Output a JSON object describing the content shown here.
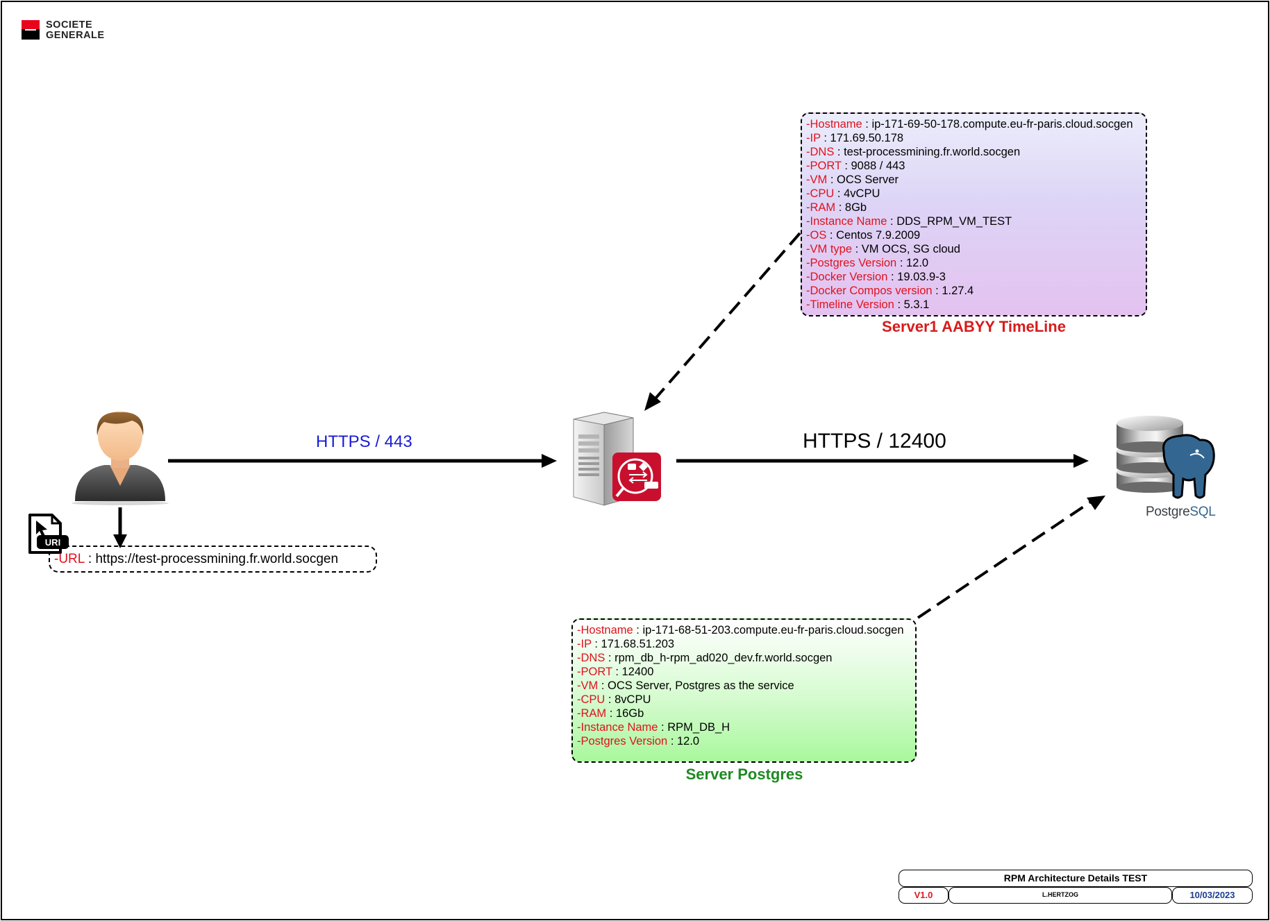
{
  "logo": {
    "line1": "SOCIETE",
    "line2": "GENERALE"
  },
  "links": {
    "https_443": "HTTPS / 443",
    "https_12400": "HTTPS / 12400"
  },
  "url_box": {
    "label": "-URL",
    "value": " : https://test-processmining.fr.world.socgen"
  },
  "uri_badge": "URI",
  "postgres_logo": {
    "part1": "Postgre",
    "part2": "SQL"
  },
  "server1": {
    "caption": "Server1 AABYY TimeLine",
    "rows": [
      {
        "key": "-Hostname",
        "value": " : ip-171-69-50-178.compute.eu-fr-paris.cloud.socgen"
      },
      {
        "key": "-IP",
        "value": " : 171.69.50.178"
      },
      {
        "key": "-DNS",
        "value": " : test-processmining.fr.world.socgen"
      },
      {
        "key": "-PORT",
        "value": " : 9088 / 443"
      },
      {
        "key": "-VM",
        "value": " : OCS Server"
      },
      {
        "key": "-CPU",
        "value": " : 4vCPU"
      },
      {
        "key": "-RAM",
        "value": " : 8Gb"
      },
      {
        "key": "-Instance Name",
        "value": " : DDS_RPM_VM_TEST"
      },
      {
        "key": "-OS",
        "value": " : Centos 7.9.2009"
      },
      {
        "key": "-VM type",
        "value": " : VM OCS, SG cloud"
      },
      {
        "key": "-Postgres Version",
        "value": " : 12.0"
      },
      {
        "key": "-Docker Version",
        "value": " : 19.03.9-3"
      },
      {
        "key": "-Docker Compos version",
        "value": " : 1.27.4"
      },
      {
        "key": "-Timeline Version",
        "value": " : 5.3.1"
      }
    ]
  },
  "server_postgres": {
    "caption": "Server Postgres",
    "rows": [
      {
        "key": "-Hostname",
        "value": " : ip-171-68-51-203.compute.eu-fr-paris.cloud.socgen"
      },
      {
        "key": "-IP",
        "value": " : 171.68.51.203"
      },
      {
        "key": "-DNS",
        "value": " : rpm_db_h-rpm_ad020_dev.fr.world.socgen"
      },
      {
        "key": "-PORT",
        "value": " : 12400"
      },
      {
        "key": "-VM",
        "value": " : OCS Server, Postgres as the service"
      },
      {
        "key": "-CPU",
        "value": " : 8vCPU"
      },
      {
        "key": "-RAM",
        "value": " : 16Gb"
      },
      {
        "key": "-Instance Name",
        "value": " : RPM_DB_H"
      },
      {
        "key": "-Postgres Version",
        "value": " : 12.0"
      }
    ]
  },
  "title_block": {
    "title": "RPM Architecture Details TEST",
    "version": "V1.0",
    "author": "L.HERTZOG",
    "date": "10/03/2023"
  },
  "colors": {
    "key_red": "#e0121d",
    "https443_blue": "#1a1ad6",
    "caption_red": "#d81b1b",
    "caption_green": "#1e8a22"
  }
}
